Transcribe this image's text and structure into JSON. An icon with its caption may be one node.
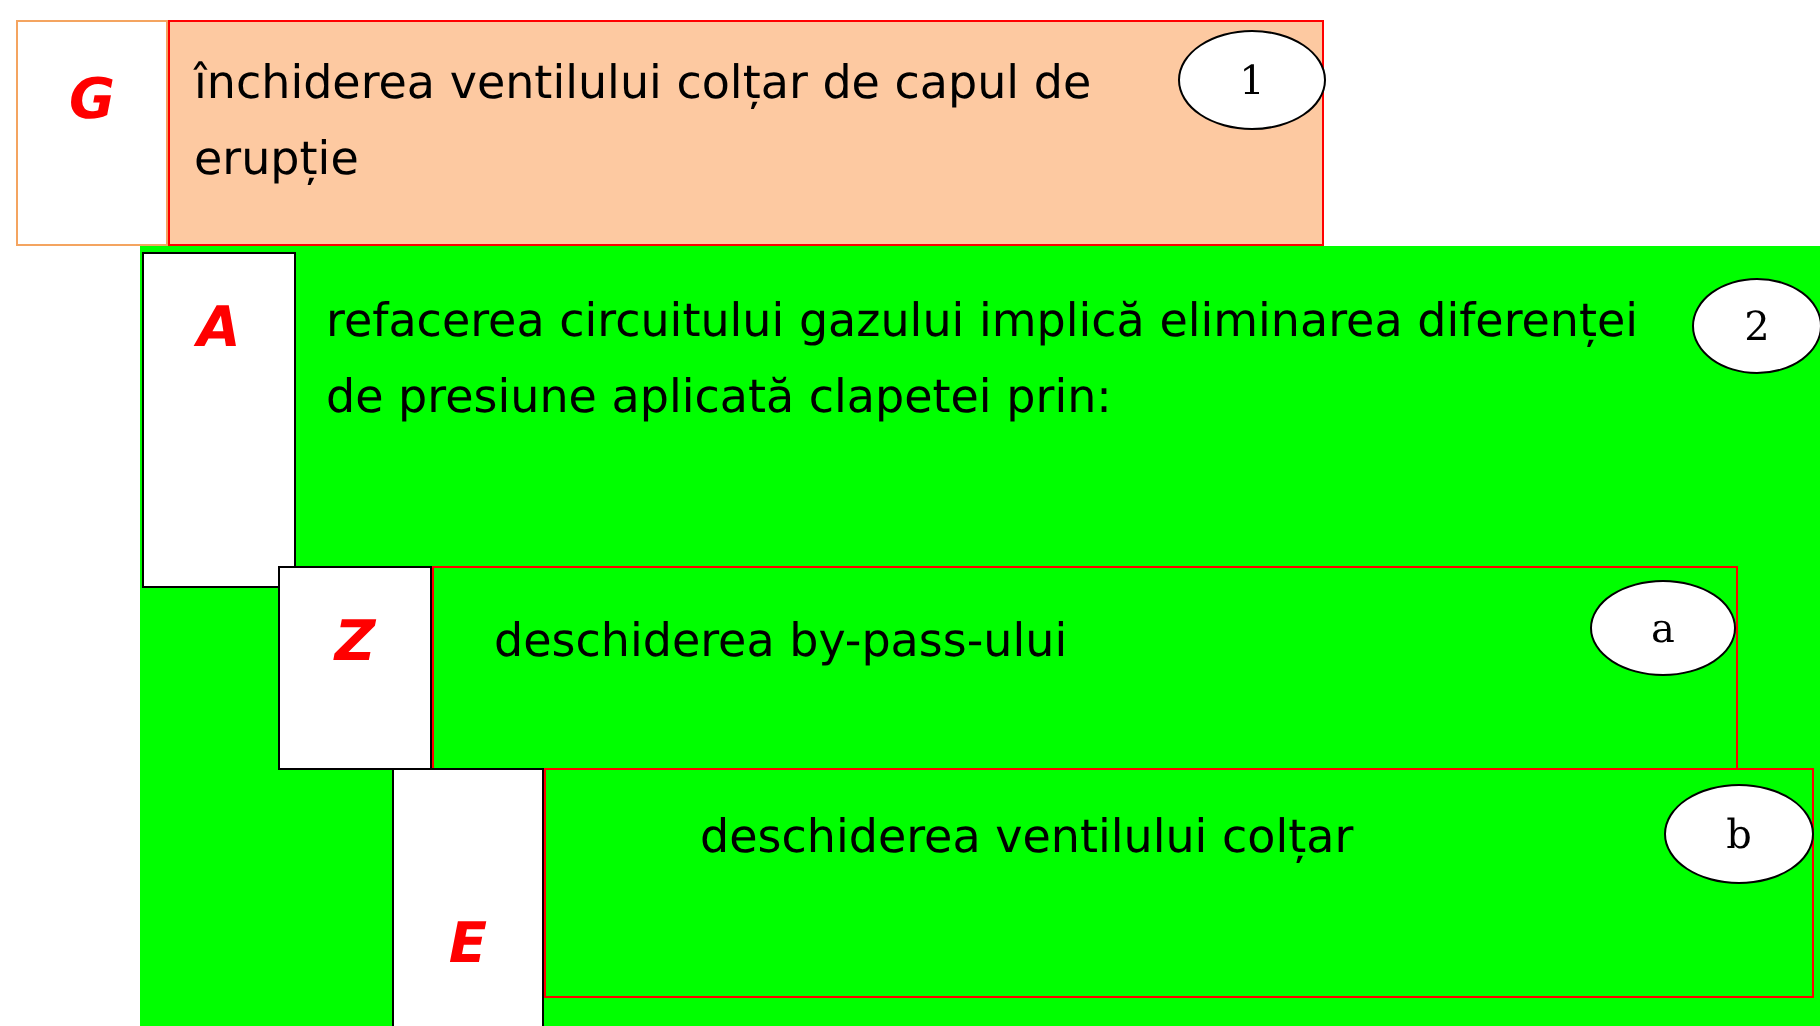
{
  "diagram": {
    "nodes": [
      {
        "text": [
          "G"
        ]
      },
      {
        "text": [
          "închiderea ventilului colțar de capul de erupție"
        ]
      },
      {
        "text": [
          "1"
        ],
        "in": 1
      },
      {
        "text": [
          "refacerea circuitului gazului implică eliminarea diferenței de presiune aplicată clapetei prin:"
        ]
      },
      {
        "text": [
          "A"
        ],
        "in": 3
      },
      {
        "text": [
          "2"
        ],
        "in": 3
      },
      {
        "text": [
          "Z"
        ],
        "in": 3
      },
      {
        "text": [
          "deschiderea by-pass-ului"
        ],
        "in": 3
      },
      {
        "text": [
          "a"
        ],
        "in": 7
      },
      {
        "text": [
          "E"
        ],
        "in": 3
      },
      {
        "text": [
          "deschiderea ventilului colțar"
        ],
        "in": 3
      },
      {
        "text": [
          "b"
        ],
        "in": 10
      }
    ]
  }
}
